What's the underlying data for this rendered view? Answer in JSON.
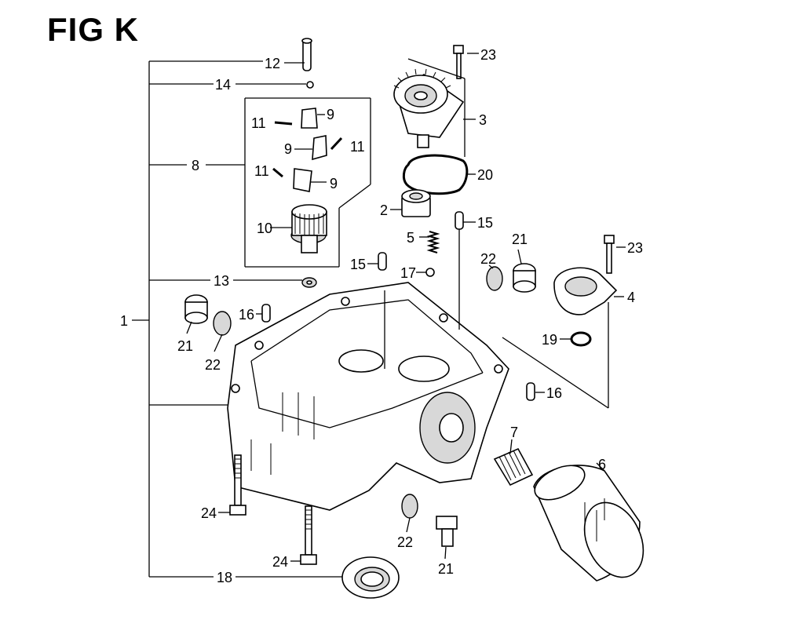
{
  "title": "FIG K",
  "callouts": {
    "c1": "1",
    "c2": "2",
    "c3": "3",
    "c4": "4",
    "c5": "5",
    "c6": "6",
    "c7": "7",
    "c8": "8",
    "c9a": "9",
    "c9b": "9",
    "c9c": "9",
    "c10": "10",
    "c11a": "11",
    "c11b": "11",
    "c11c": "11",
    "c12": "12",
    "c13": "13",
    "c14": "14",
    "c15a": "15",
    "c15b": "15",
    "c16a": "16",
    "c16b": "16",
    "c17": "17",
    "c18": "18",
    "c19": "19",
    "c20": "20",
    "c21a": "21",
    "c21b": "21",
    "c21c": "21",
    "c22a": "22",
    "c22b": "22",
    "c22c": "22",
    "c23a": "23",
    "c23b": "23",
    "c24a": "24",
    "c24b": "24"
  }
}
